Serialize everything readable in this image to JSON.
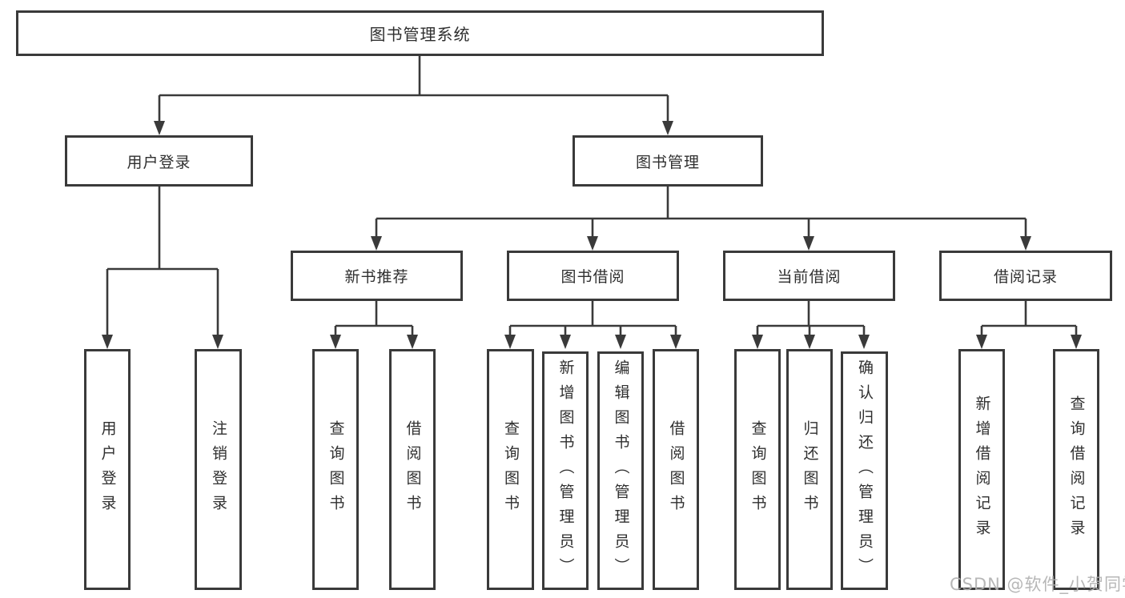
{
  "colors": {
    "line": "#3a3a3a",
    "text": "#2f2f2f",
    "wm": "#b0b0b0",
    "bg": "#ffffff"
  },
  "watermark": "CSDN @软件_小贺同学",
  "tree": {
    "root": "图书管理系统",
    "children": [
      {
        "label": "用户登录",
        "children": [
          "用户登录",
          "注销登录"
        ]
      },
      {
        "label": "图书管理",
        "children": [
          {
            "label": "新书推荐",
            "children": [
              "查询图书",
              "借阅图书"
            ]
          },
          {
            "label": "图书借阅",
            "children": [
              "查询图书",
              "新增图书（管理员）",
              "编辑图书（管理员）",
              "借阅图书"
            ]
          },
          {
            "label": "当前借阅",
            "children": [
              "查询图书",
              "归还图书",
              "确认归还（管理员）"
            ]
          },
          {
            "label": "借阅记录",
            "children": [
              "新增借阅记录",
              "查询借阅记录"
            ]
          }
        ]
      }
    ]
  }
}
